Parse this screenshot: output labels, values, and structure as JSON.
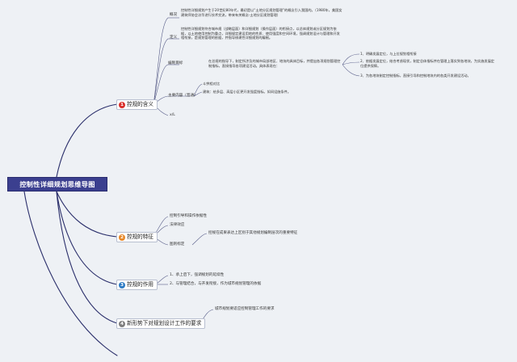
{
  "root": {
    "title": "控制性详细规划思维导图"
  },
  "branches": [
    {
      "num": "1",
      "label": "控规的含义"
    },
    {
      "num": "2",
      "label": "控规的特征"
    },
    {
      "num": "3",
      "label": "控规的作用"
    },
    {
      "num": "4",
      "label": "新形势下对规划设计工作的要求"
    }
  ],
  "b1": {
    "gaishu": {
      "label": "概况",
      "text": "控制性详细规划产生于20世纪80年代，最初是以“土地分区规划管理”的概念引入我国的。（1980年，美国女建筑师协会访华进行技术交流，带来有关概念-土地分区规划管理）"
    },
    "dingyi": {
      "label": "定义",
      "text": "控制性详细规划符合城市规（战略层面）和详细规划（操作层面）的衔接点，以总体规划或分区规划为依据，以土地使用控制为重点，详细规定建设用地的性质、使用强度和空间环境，强调规划设计与管理和开发相衔接，是规划管理的依据，并指导修建性详细规划的编制。"
    },
    "bianzhi": {
      "label": "编制目标",
      "text": "在总规的指导下，制定所涉及的城市局部地区、地块的具体目标，并提出各项规划管理控制指标，直接指导各项建设活动。具体表现在：",
      "items": [
        "1、明确发展定位，与上位规划相衔接",
        "2、依据发展定位，结合考虑现状，制定总体指标并在管理上落实到各地块，为实施发展定位提供保障。",
        "3、为各地块制定控制指标，直接引导和控制地块内的各类开发建设活动。"
      ]
    },
    "zhuyao": {
      "label": "主要内容（普通）",
      "text1": "斗拱相对比",
      "text2": "建筑：给多层、高层小区更开发强度指标。如间设施条件。"
    },
    "small": {
      "label": "x/L"
    }
  },
  "b2": {
    "items": [
      "控制引导和操作依据性",
      "法律效应"
    ],
    "mingque": {
      "label": "图则标定",
      "text": "控规在成果表达上区别于其他规划编制层次的重要特征"
    }
  },
  "b3": {
    "items": [
      "1、承上启下，强调规划的延续性",
      "2、与管理结合，与开发衔接，作为城市规划管理的依据"
    ]
  },
  "b4": {
    "items": [
      "城市规划要适应控制管理工作的要求"
    ]
  }
}
